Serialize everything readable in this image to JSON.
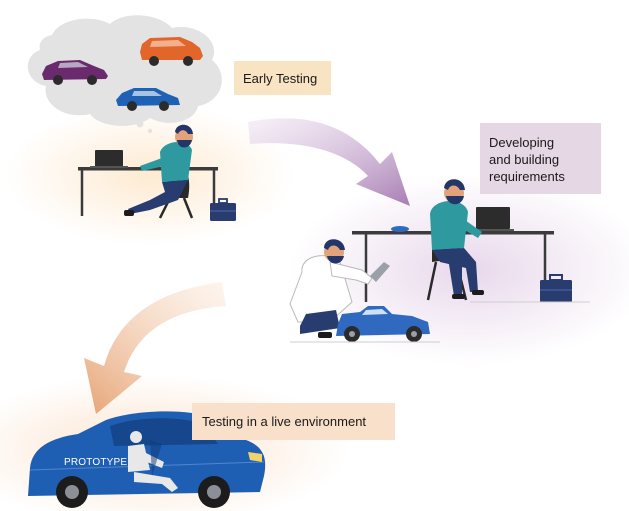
{
  "labels": {
    "early": "Early Testing",
    "dev_line1": "Developing",
    "dev_line2": "and building",
    "dev_line3": "requirements",
    "live": "Testing in a live environment"
  },
  "car_badge": "PROTOTYPE",
  "colors": {
    "early_bg": "#f8e3c2",
    "dev_bg": "#e6d7e5",
    "live_bg": "#f8e0ca",
    "arrow_purple": "#b58fc0",
    "arrow_orange": "#eab48a",
    "car_blue": "#1f5fb3",
    "navy": "#283c6f",
    "teal_shirt": "#2e9aa0"
  }
}
